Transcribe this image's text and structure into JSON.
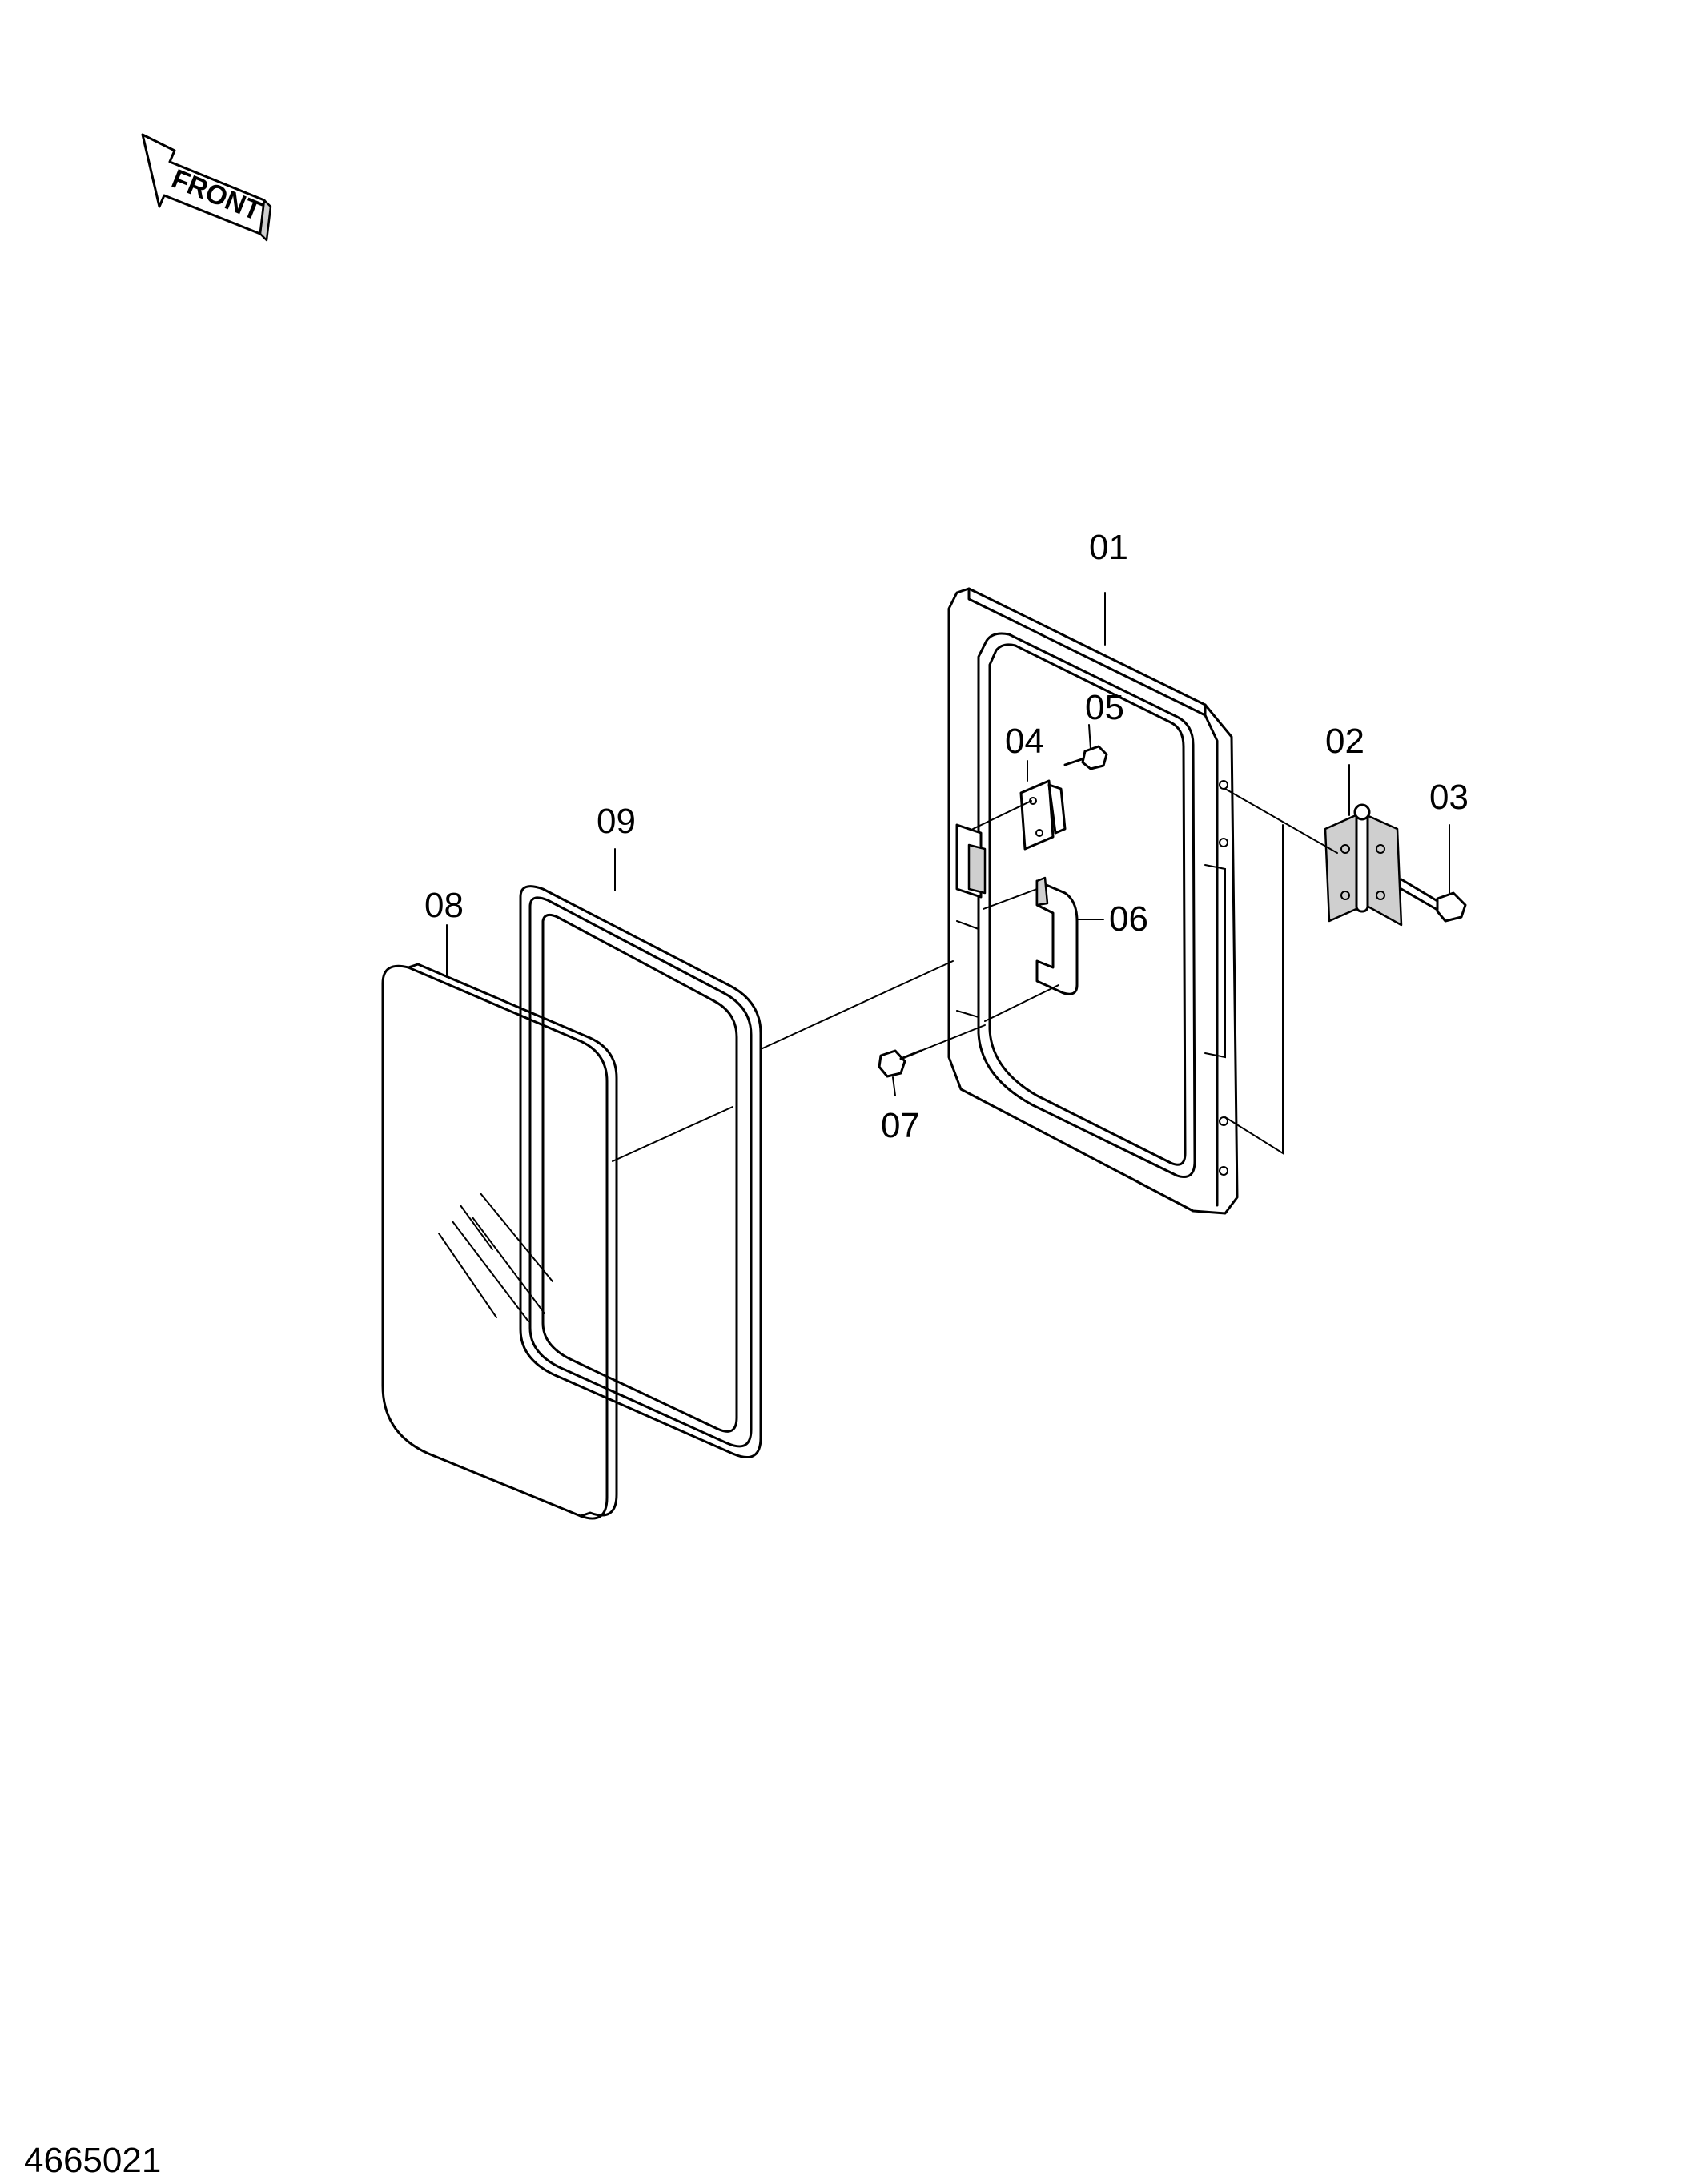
{
  "direction_label": "FRONT",
  "document_number": "4665021",
  "callouts": [
    {
      "id": "01",
      "label": "01"
    },
    {
      "id": "02",
      "label": "02"
    },
    {
      "id": "03",
      "label": "03"
    },
    {
      "id": "04",
      "label": "04"
    },
    {
      "id": "05",
      "label": "05"
    },
    {
      "id": "06",
      "label": "06"
    },
    {
      "id": "07",
      "label": "07"
    },
    {
      "id": "08",
      "label": "08"
    },
    {
      "id": "09",
      "label": "09"
    }
  ],
  "colors": {
    "line": "#000000",
    "background": "#ffffff"
  }
}
